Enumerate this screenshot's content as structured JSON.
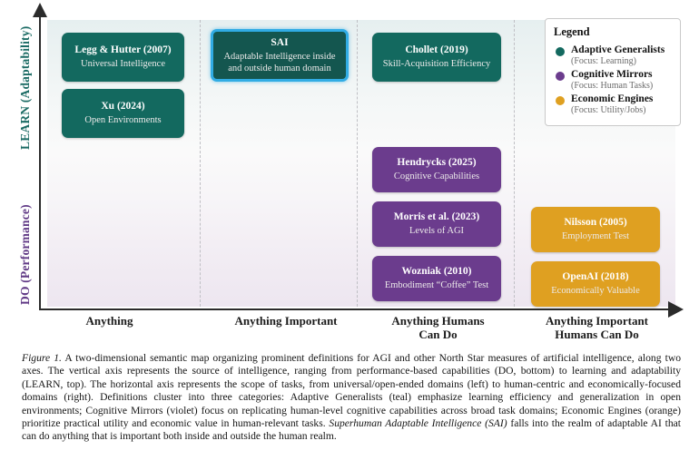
{
  "figure": {
    "y_axis": {
      "top_label": "LEARN (Adaptability)",
      "bottom_label": "DO (Performance)",
      "top_color": "#1b6b64",
      "bottom_color": "#613a86"
    },
    "x_axis": {
      "ticks": [
        "Anything",
        "Anything Important",
        "Anything Humans\nCan Do",
        "Anything Important\nHumans Can Do"
      ]
    },
    "nodes": [
      {
        "id": "legg-hutter",
        "title": "Legg & Hutter (2007)",
        "subtitle": "Universal Intelligence",
        "category": "Adaptive Generalists",
        "color": "#13695f"
      },
      {
        "id": "xu",
        "title": "Xu (2024)",
        "subtitle": "Open Environments",
        "category": "Adaptive Generalists",
        "color": "#13695f"
      },
      {
        "id": "sai",
        "title": "SAI",
        "subtitle": "Adaptable Intelligence inside and outside human domain",
        "category": "Adaptive Generalists",
        "color": "#14564f",
        "highlight_color": "#31ace4"
      },
      {
        "id": "chollet",
        "title": "Chollet (2019)",
        "subtitle": "Skill-Acquisition Efficiency",
        "category": "Adaptive Generalists",
        "color": "#13695f"
      },
      {
        "id": "hendrycks",
        "title": "Hendrycks (2025)",
        "subtitle": "Cognitive Capabilities",
        "category": "Cognitive Mirrors",
        "color": "#6b3c8d"
      },
      {
        "id": "morris",
        "title": "Morris et al. (2023)",
        "subtitle": "Levels of AGI",
        "category": "Cognitive Mirrors",
        "color": "#6b3c8d"
      },
      {
        "id": "wozniak",
        "title": "Wozniak (2010)",
        "subtitle": "Embodiment “Coffee” Test",
        "category": "Cognitive Mirrors",
        "color": "#6b3c8d"
      },
      {
        "id": "nilsson",
        "title": "Nilsson (2005)",
        "subtitle": "Employment Test",
        "category": "Economic Engines",
        "color": "#dfa021"
      },
      {
        "id": "openai",
        "title": "OpenAI (2018)",
        "subtitle": "Economically Valuable",
        "category": "Economic Engines",
        "color": "#dfa021"
      }
    ],
    "legend": {
      "title": "Legend",
      "items": [
        {
          "name": "Adaptive Generalists",
          "focus": "(Focus: Learning)",
          "color": "#13695f"
        },
        {
          "name": "Cognitive Mirrors",
          "focus": "(Focus: Human Tasks)",
          "color": "#6b3c8d"
        },
        {
          "name": "Economic Engines",
          "focus": "(Focus: Utility/Jobs)",
          "color": "#dfa021"
        }
      ]
    }
  },
  "caption": {
    "label": "Figure 1.",
    "body_1": "A two-dimensional semantic map organizing prominent definitions for AGI and other North Star measures of artificial intelligence, along two axes. The vertical axis represents the source of intelligence, ranging from performance-based capabilities (DO, bottom) to learning and adaptability (LEARN, top). The horizontal axis represents the scope of tasks, from universal/open-ended domains (left) to human-centric and economically-focused domains (right). Definitions cluster into three categories: Adaptive Generalists (teal) emphasize learning efficiency and generalization in open environments; Cognitive Mirrors (violet) focus on replicating human-level cognitive capabilities across broad task domains; Economic Engines (orange) prioritize practical utility and economic value in human-relevant tasks.",
    "emphasis": "Superhuman Adaptable Intelligence (SAI)",
    "body_2": "falls into the realm of adaptable AI that can do anything that is important both inside and outside the human realm."
  }
}
